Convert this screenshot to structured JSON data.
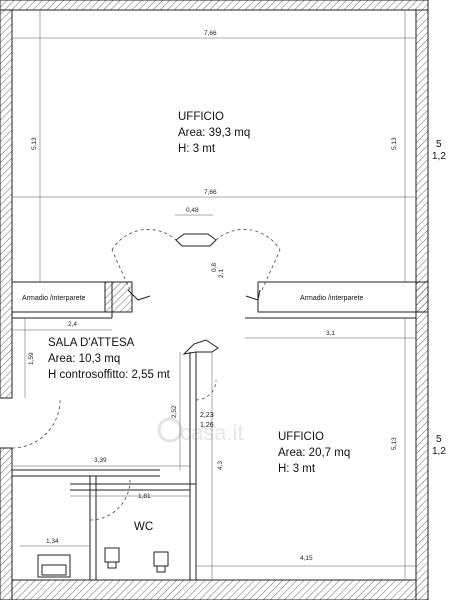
{
  "rooms": {
    "office_top": {
      "name": "UFFICIO",
      "area": "Area: 39,3 mq",
      "height": "H: 3 mt"
    },
    "waiting": {
      "name": "SALA D'ATTESA",
      "area": "Area: 10,3 mq",
      "height": "H controsoffitto: 2,55 mt"
    },
    "office_bottom": {
      "name": "UFFICIO",
      "area": "Area: 20,7 mq",
      "height": "H: 3 mt"
    },
    "wc": {
      "name": "WC"
    }
  },
  "closets": {
    "left": "Armadio /interparete",
    "right": "Armadio /interparete"
  },
  "dimensions": {
    "top_width": "7,66",
    "mid_width": "7,66",
    "left_height": "5,13",
    "right_height": "5,13",
    "door_top": "0,48",
    "corridor_a": "0,8",
    "corridor_b": "2,1",
    "waiting_width": "2,4",
    "waiting_height": "1,59",
    "corridor_right": "3,1",
    "vertical_mid": "2,52",
    "door_a": "2,23",
    "door_b": "1,26",
    "vertical_right": "4,3",
    "wc_width": "3,39",
    "wc_inner": "1,81",
    "wc_small": "1,34",
    "bottom_width": "4,15",
    "bottom_height": "5,13"
  },
  "side_labels": {
    "top": {
      "num": "5",
      "den": "1,2"
    },
    "bottom": {
      "num": "5",
      "den": "1,2"
    }
  },
  "watermark": "casa.it"
}
